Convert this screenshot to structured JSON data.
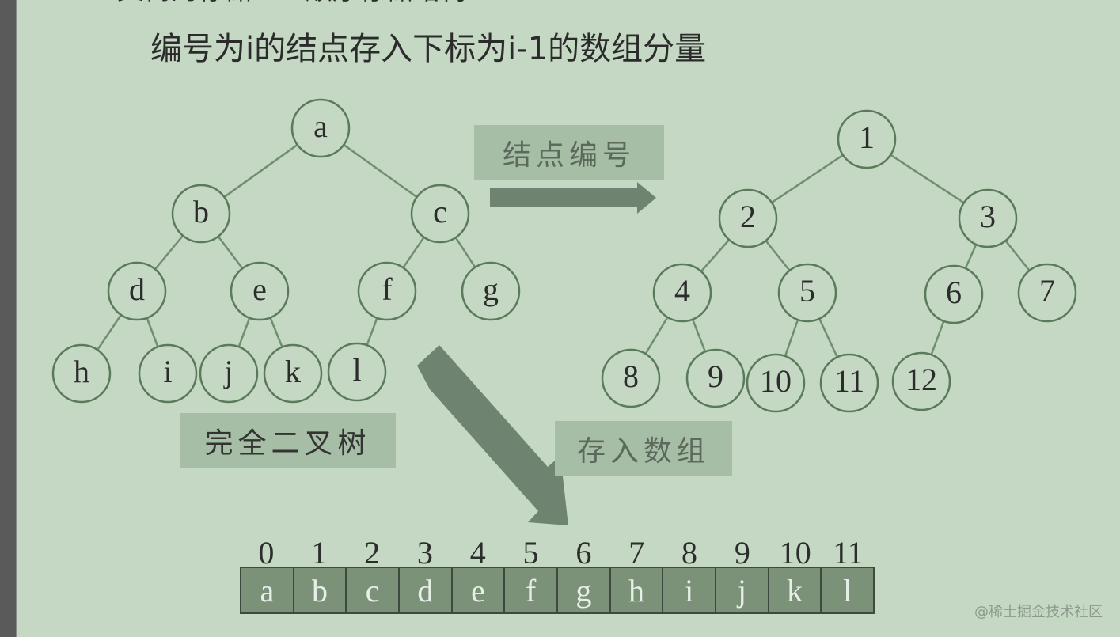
{
  "heading": {
    "text": "二叉树的存储——顺序存储结构"
  },
  "subtitle": "编号为i的结点存入下标为i-1的数组分量",
  "labels": {
    "numbering": "结点编号",
    "complete_tree": "完全二叉树",
    "store_array": "存入数组"
  },
  "letter_tree": {
    "nodes": [
      "a",
      "b",
      "c",
      "d",
      "e",
      "f",
      "g",
      "h",
      "i",
      "j",
      "k",
      "l"
    ],
    "edges": [
      [
        "a",
        "b"
      ],
      [
        "a",
        "c"
      ],
      [
        "b",
        "d"
      ],
      [
        "b",
        "e"
      ],
      [
        "c",
        "f"
      ],
      [
        "c",
        "g"
      ],
      [
        "d",
        "h"
      ],
      [
        "d",
        "i"
      ],
      [
        "e",
        "j"
      ],
      [
        "e",
        "k"
      ],
      [
        "f",
        "l"
      ]
    ]
  },
  "number_tree": {
    "nodes": [
      "1",
      "2",
      "3",
      "4",
      "5",
      "6",
      "7",
      "8",
      "9",
      "10",
      "11",
      "12"
    ],
    "edges": [
      [
        "1",
        "2"
      ],
      [
        "1",
        "3"
      ],
      [
        "2",
        "4"
      ],
      [
        "2",
        "5"
      ],
      [
        "3",
        "6"
      ],
      [
        "3",
        "7"
      ],
      [
        "4",
        "8"
      ],
      [
        "4",
        "9"
      ],
      [
        "5",
        "10"
      ],
      [
        "5",
        "11"
      ],
      [
        "6",
        "12"
      ]
    ]
  },
  "array": {
    "indices": [
      "0",
      "1",
      "2",
      "3",
      "4",
      "5",
      "6",
      "7",
      "8",
      "9",
      "10",
      "11"
    ],
    "values": [
      "a",
      "b",
      "c",
      "d",
      "e",
      "f",
      "g",
      "h",
      "i",
      "j",
      "k",
      "l"
    ]
  },
  "colors": {
    "background": "#c4d8c4",
    "node_fill": "#c4d8c4",
    "node_stroke": "#5a7a5a",
    "edge": "#6f8f6f",
    "arrow": "#6e8370",
    "array_fill": "#7b9279",
    "label_box": "#a6bda6"
  },
  "watermark": "@稀土掘金技术社区"
}
